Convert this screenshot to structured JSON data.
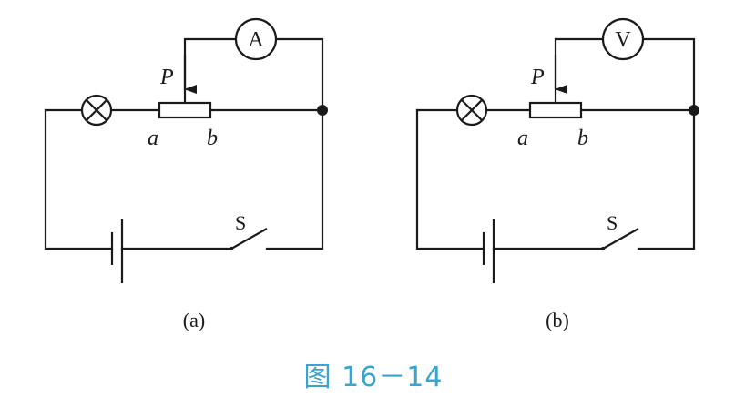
{
  "panel_a": {
    "meter_symbol": "A",
    "slider_label": "P",
    "end_a_label": "a",
    "end_b_label": "b",
    "switch_label": "S",
    "sub_caption": "(a)"
  },
  "panel_b": {
    "meter_symbol": "V",
    "slider_label": "P",
    "end_a_label": "a",
    "end_b_label": "b",
    "switch_label": "S",
    "sub_caption": "(b)"
  },
  "figure_caption": "图 16－14",
  "colors": {
    "line": "#1a1a1a",
    "caption": "#3aa3cf"
  }
}
